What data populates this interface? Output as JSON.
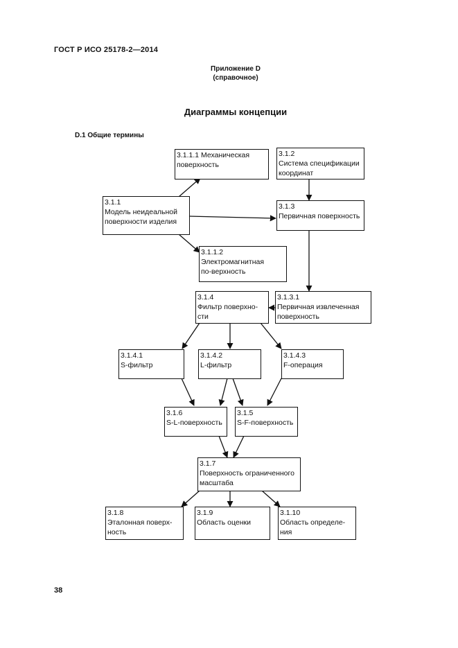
{
  "header": {
    "standard": "ГОСТ Р ИСО 25178-2—2014"
  },
  "annex": {
    "title": "Приложение D",
    "subtitle": "(справочное)"
  },
  "page_title": "Диаграммы концепции",
  "section": "D.1 Общие термины",
  "page_number": "38",
  "nodes": {
    "n3111": {
      "code": "3.1.1.1",
      "label": "Механическая поверхность"
    },
    "n312": {
      "code": "3.1.2",
      "label": "Система спецификации координат"
    },
    "n311": {
      "code": "3.1.1",
      "label": "Модель неидеальной поверхности изделия"
    },
    "n313": {
      "code": "3.1.3",
      "label": "Первичная поверхность"
    },
    "n3112": {
      "code": "3.1.1.2",
      "label": "Электромагнитная по-верхность"
    },
    "n314": {
      "code": "3.1.4",
      "label": "Фильтр поверхно-сти"
    },
    "n3131": {
      "code": "3.1.3.1",
      "label": "Первичная извлеченная поверхность"
    },
    "n3141": {
      "code": "3.1.4.1",
      "label": "S-фильтр"
    },
    "n3142": {
      "code": "3.1.4.2",
      "label": "L-фильтр"
    },
    "n3143": {
      "code": "3.1.4.3",
      "label": "F-операция"
    },
    "n316": {
      "code": "3.1.6",
      "label": "S-L-поверхность"
    },
    "n315": {
      "code": "3.1.5",
      "label": "S-F-поверхность"
    },
    "n317": {
      "code": "3.1.7",
      "label": "Поверхность ограниченного масштаба"
    },
    "n318": {
      "code": "3.1.8",
      "label": "Эталонная поверх-ность"
    },
    "n319": {
      "code": "3.1.9",
      "label": "Область оценки"
    },
    "n3110": {
      "code": "3.1.10",
      "label": "Область определе-ния"
    }
  }
}
